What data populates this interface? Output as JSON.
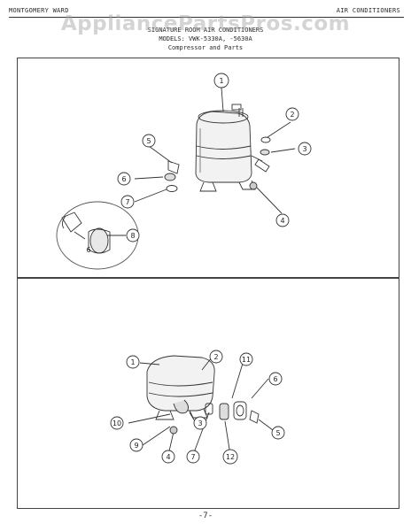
{
  "header": {
    "left": "MONTGOMERY WARD",
    "right": "AIR CONDITIONERS"
  },
  "watermark": "AppliancePartsPros.com",
  "title": {
    "line1": "SIGNATURE ROOM AIR CONDITIONERS",
    "line2": "MODELS: VWK-5330A, -5630A",
    "line3": "Compressor and Parts"
  },
  "top_callouts": [
    "1",
    "2",
    "3",
    "4",
    "5",
    "6",
    "7",
    "8",
    "6"
  ],
  "bottom_callouts": [
    "1",
    "2",
    "11",
    "6",
    "10",
    "3",
    "9",
    "4",
    "7",
    "12",
    "5"
  ],
  "footer": {
    "page": "-7-"
  }
}
